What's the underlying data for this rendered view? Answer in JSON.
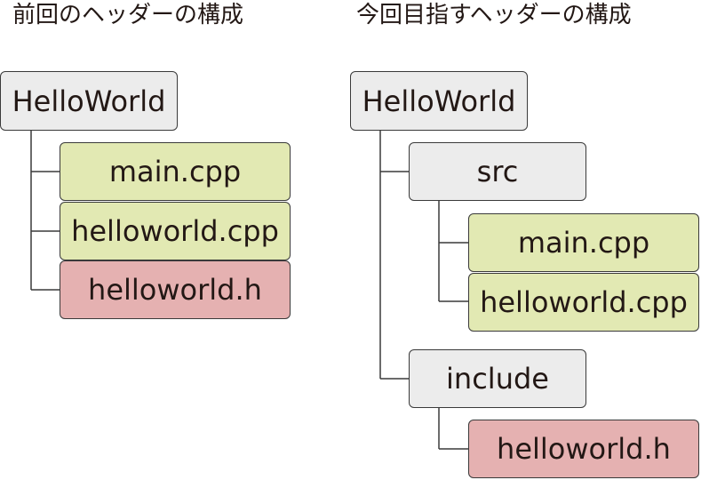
{
  "left": {
    "heading": "前回のヘッダーの構成",
    "root": "HelloWorld",
    "files": [
      "main.cpp",
      "helloworld.cpp",
      "helloworld.h"
    ]
  },
  "right": {
    "heading": "今回目指すヘッダーの構成",
    "root": "HelloWorld",
    "src": {
      "label": "src",
      "files": [
        "main.cpp",
        "helloworld.cpp"
      ]
    },
    "include": {
      "label": "include",
      "files": [
        "helloworld.h"
      ]
    }
  },
  "colors": {
    "folder": "#ececec",
    "source_file": "#e2e9b3",
    "header_file": "#e5b1b1",
    "border": "#3a3a3a"
  }
}
